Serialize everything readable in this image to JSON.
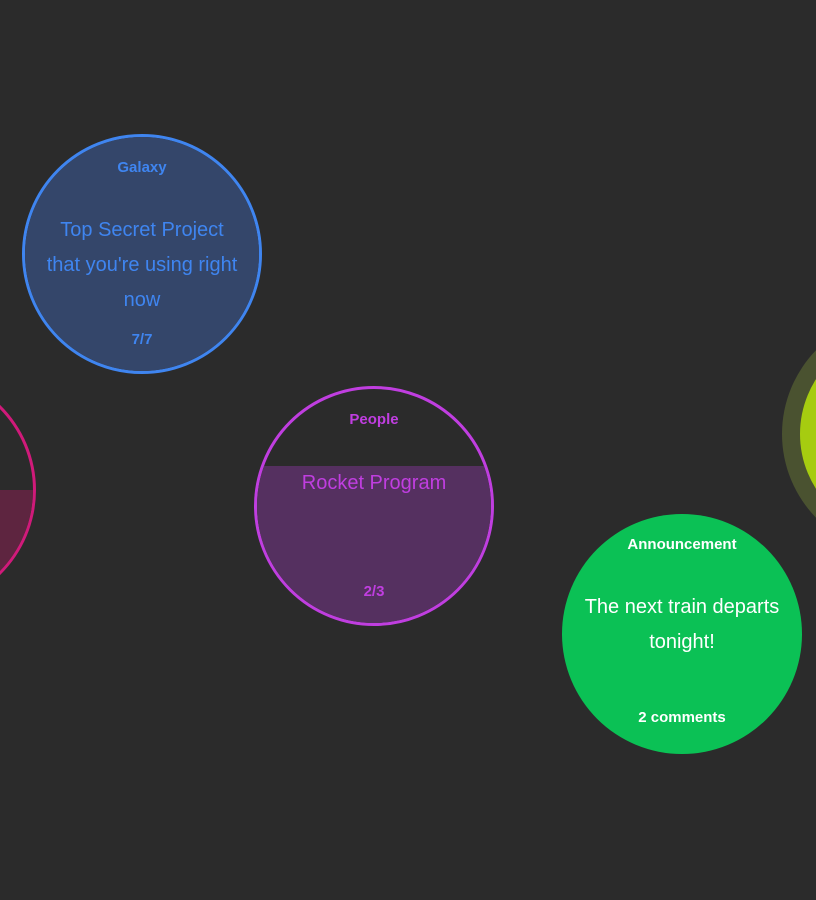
{
  "bubbles": {
    "galaxy": {
      "category": "Galaxy",
      "title": "Top Secret Project that you're using right now",
      "meta": "7/7",
      "progress": 1.0,
      "color": "#3f85f0"
    },
    "people": {
      "category": "People",
      "title": "Rocket Program",
      "meta": "2/3",
      "progress": 0.67,
      "color": "#c03ee0"
    },
    "announcement": {
      "category": "Announcement",
      "title": "The next train departs tonight!",
      "meta": "2 comments",
      "color": "#0bc155"
    },
    "left_partial": {
      "progress": 0.5,
      "color": "#d01a7a"
    },
    "right_partial": {
      "color": "#a6cc10"
    }
  },
  "background_color": "#2b2b2b"
}
